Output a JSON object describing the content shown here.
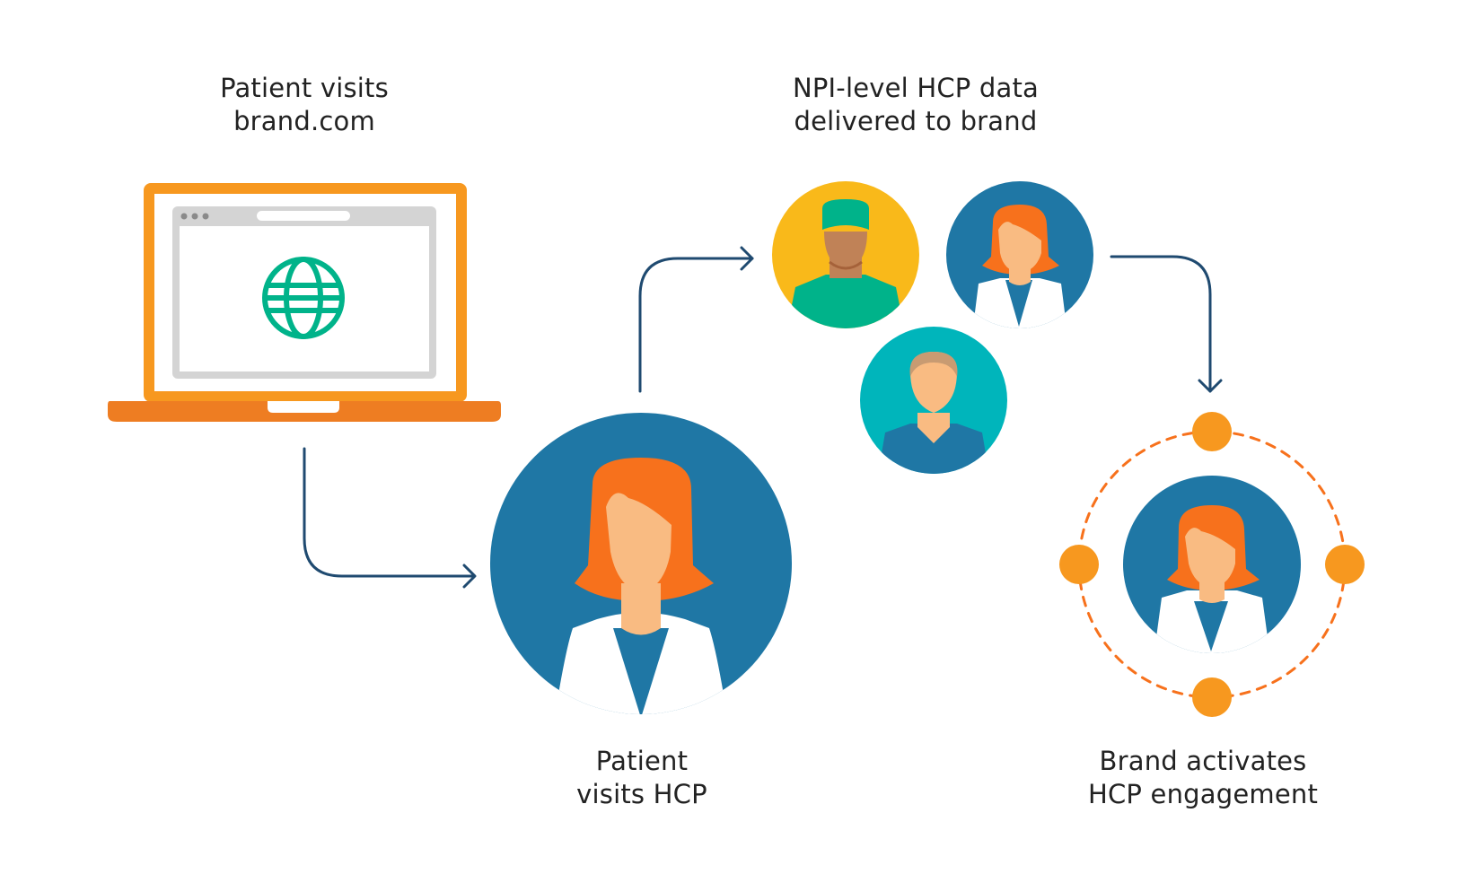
{
  "steps": [
    {
      "id": "visit-brand-site",
      "line1": "Patient visits",
      "line2": "brand.com"
    },
    {
      "id": "data-delivered",
      "line1": "NPI-level HCP data",
      "line2": "delivered to brand"
    },
    {
      "id": "visit-hcp",
      "line1": "Patient",
      "line2": "visits HCP"
    },
    {
      "id": "brand-activates",
      "line1": "Brand activates",
      "line2": "HCP engagement"
    }
  ],
  "colors": {
    "laptop": "#f7981f",
    "laptop_base": "#ee7d22",
    "browser_gray": "#d4d4d4",
    "globe": "#00b38a",
    "arrow": "#1f4a70",
    "avatar_blue": "#1f77a5",
    "avatar_yellow": "#f9b91a",
    "avatar_teal": "#00b5bb",
    "hair_orange": "#f7711c",
    "skin": "#f9bb82",
    "skin_dark": "#c08257",
    "scrubs": "#00b38a",
    "node_orange": "#f7981f",
    "dash_orange": "#f7711c"
  }
}
